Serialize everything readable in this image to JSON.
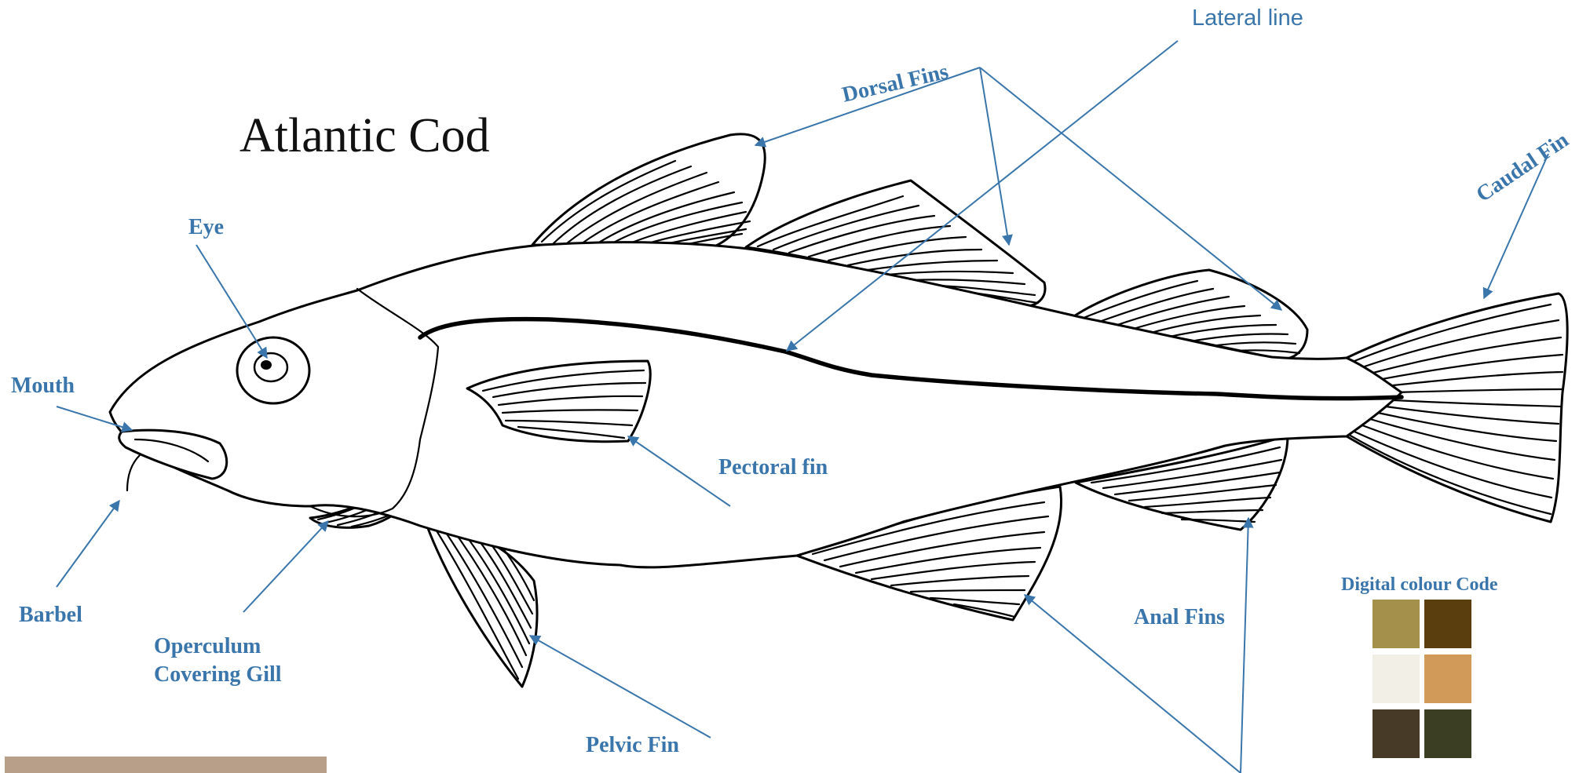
{
  "title": "Atlantic Cod",
  "labels": {
    "lateral_line": "Lateral line",
    "dorsal_fins": "Dorsal Fins",
    "caudal_fin": "Caudal Fin",
    "eye": "Eye",
    "mouth": "Mouth",
    "barbel": "Barbel",
    "operculum_line1": "Operculum",
    "operculum_line2": "Covering Gill",
    "pectoral_fin": "Pectoral fin",
    "pelvic_fin": "Pelvic Fin",
    "anal_fins": "Anal Fins"
  },
  "colour_code": {
    "title": "Digital colour Code",
    "swatches": [
      "#a48f4b",
      "#5b3e0d",
      "#f2f0e6",
      "#d19a58",
      "#473b28",
      "#3c3e24"
    ]
  },
  "colors": {
    "label_blue": "#3a76ab",
    "footer_bar": "#b79f8a"
  }
}
